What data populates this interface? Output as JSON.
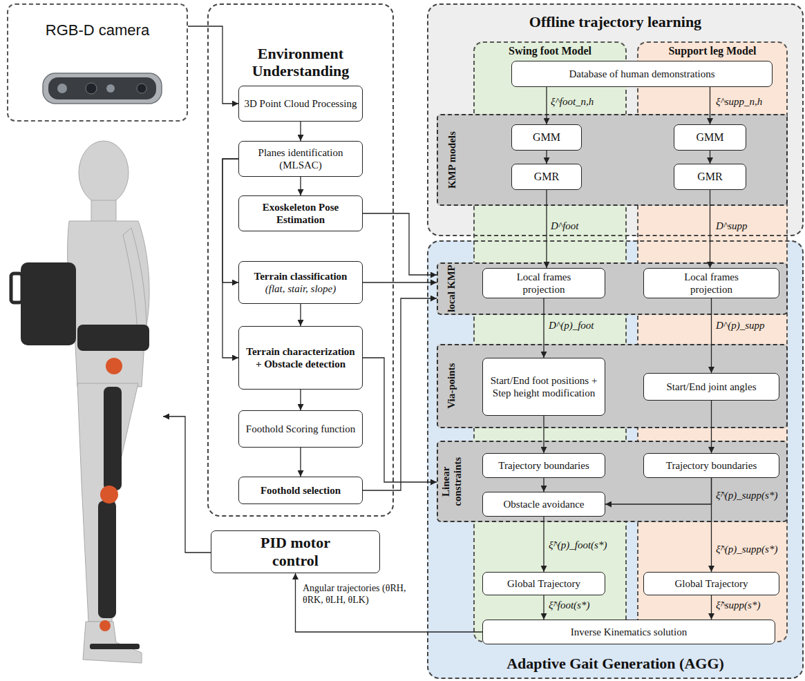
{
  "diagram": {
    "nodes": [
      {
        "text": [
          "RGB-D camera"
        ]
      },
      {
        "text": [
          "Environment Understanding"
        ]
      },
      {
        "text": [
          "3D Point Cloud Processing"
        ],
        "in": 1
      },
      {
        "text": [
          "Planes identification (MLSAC)"
        ],
        "in": 1
      },
      {
        "text": [
          "Exoskeleton Pose Estimation"
        ],
        "in": 1
      },
      {
        "text": [
          "Terrain classification",
          "(flat, stair, slope)"
        ],
        "in": 1
      },
      {
        "text": [
          "Terrain characterization + Obstacle detection"
        ],
        "in": 1
      },
      {
        "text": [
          "Foothold Scoring function"
        ],
        "in": 1
      },
      {
        "text": [
          "Foothold selection"
        ],
        "in": 1
      },
      {
        "text": [
          "PID motor control"
        ]
      },
      {
        "text": [
          "Swing foot Model"
        ]
      },
      {
        "text": [
          "Support leg Model"
        ]
      },
      {
        "text": [
          "Offline trajectory learning"
        ]
      },
      {
        "text": [
          "Adaptive Gait Generation (AGG)"
        ]
      },
      {
        "text": [
          "Database of human demonstrations"
        ],
        "in": 12
      },
      {
        "text": [
          "KMP models"
        ],
        "in": 12
      },
      {
        "text": [
          "GMM"
        ],
        "in": 15
      },
      {
        "text": [
          "GMR"
        ],
        "in": 15
      },
      {
        "text": [
          "GMM"
        ],
        "in": 15
      },
      {
        "text": [
          "GMR"
        ],
        "in": 15
      },
      {
        "text": [
          "local KMP"
        ],
        "in": 13
      },
      {
        "text": [
          "Local frames projection"
        ],
        "in": 20
      },
      {
        "text": [
          "Local frames projection"
        ],
        "in": 20
      },
      {
        "text": [
          "Via-points"
        ],
        "in": 13
      },
      {
        "text": [
          "Start/End foot positions + Step height modification"
        ],
        "in": 23
      },
      {
        "text": [
          "Start/End joint angles"
        ],
        "in": 23
      },
      {
        "text": [
          "Linear constraints"
        ],
        "in": 13
      },
      {
        "text": [
          "Trajectory boundaries"
        ],
        "in": 26
      },
      {
        "text": [
          "Trajectory boundaries"
        ],
        "in": 26
      },
      {
        "text": [
          "Obstacle avoidance"
        ],
        "in": 26
      },
      {
        "text": [
          "Global Trajectory"
        ],
        "in": 13
      },
      {
        "text": [
          "Global Trajectory"
        ],
        "in": 13
      },
      {
        "text": [
          "Inverse Kinematics solution"
        ],
        "in": 13
      }
    ],
    "edges": [
      {
        "from": 0,
        "to": 2,
        "arrow": "to"
      },
      {
        "from": 2,
        "to": 3,
        "arrow": "to"
      },
      {
        "from": 3,
        "to": 4,
        "arrow": "to"
      },
      {
        "from": 3,
        "to": 5,
        "arrow": "to"
      },
      {
        "from": 3,
        "to": 6,
        "arrow": "to"
      },
      {
        "from": 5,
        "to": 6,
        "arrow": "to"
      },
      {
        "from": 6,
        "to": 7,
        "arrow": "to"
      },
      {
        "from": 7,
        "to": 8,
        "arrow": "to"
      },
      {
        "from": 4,
        "to": 20,
        "arrow": "to"
      },
      {
        "from": 5,
        "to": 20,
        "arrow": "to"
      },
      {
        "from": 8,
        "to": 20,
        "arrow": "to"
      },
      {
        "from": 6,
        "to": 26,
        "arrow": "to"
      },
      {
        "from": 14,
        "to": 16,
        "label": "ξ^foot_n,h",
        "arrow": "to"
      },
      {
        "from": 14,
        "to": 18,
        "label": "ξ^supp_n,h",
        "arrow": "to"
      },
      {
        "from": 16,
        "to": 17,
        "arrow": "to"
      },
      {
        "from": 18,
        "to": 19,
        "arrow": "to"
      },
      {
        "from": 17,
        "to": 21,
        "label": "D^foot",
        "arrow": "to"
      },
      {
        "from": 19,
        "to": 22,
        "label": "D^supp",
        "arrow": "to"
      },
      {
        "from": 21,
        "to": 24,
        "label": "D^(p)_foot",
        "arrow": "to"
      },
      {
        "from": 22,
        "to": 25,
        "label": "D^(p)_supp",
        "arrow": "to"
      },
      {
        "from": 24,
        "to": 27,
        "arrow": "to"
      },
      {
        "from": 25,
        "to": 28,
        "arrow": "to"
      },
      {
        "from": 27,
        "to": 29,
        "arrow": "to"
      },
      {
        "from": 28,
        "to": 29,
        "label": "ξ̃^(p)_supp(s*)",
        "arrow": "to"
      },
      {
        "from": 28,
        "to": 31,
        "label": "ξ̃^(p)_supp(s*)",
        "arrow": "to"
      },
      {
        "from": 29,
        "to": 30,
        "label": "ξ̃^(p)_foot(s*)",
        "arrow": "to"
      },
      {
        "from": 30,
        "to": 32,
        "label": "ξ̃^foot(s*)",
        "arrow": "to"
      },
      {
        "from": 31,
        "to": 32,
        "label": "ξ̃^supp(s*)",
        "arrow": "to"
      },
      {
        "from": 32,
        "to": 9,
        "label": "Angular trajectories (θRH, θRK, θLH, θLK)",
        "arrow": "to"
      }
    ]
  }
}
